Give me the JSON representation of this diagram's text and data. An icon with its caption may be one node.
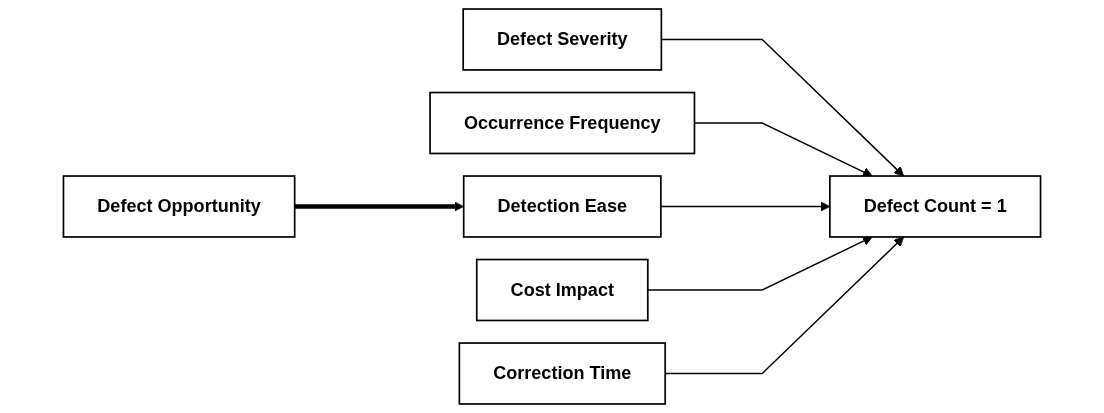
{
  "diagram": {
    "nodes": [
      {
        "text": [
          "Defect Opportunity"
        ]
      },
      {
        "text": [
          "Defect Severity"
        ]
      },
      {
        "text": [
          "Occurrence Frequency"
        ]
      },
      {
        "text": [
          "Detection Ease"
        ]
      },
      {
        "text": [
          "Cost Impact"
        ]
      },
      {
        "text": [
          "Correction Time"
        ]
      },
      {
        "text": [
          "Defect Count = 1"
        ]
      }
    ],
    "edges": [
      {
        "from": 0,
        "to": 3,
        "arrow": "to",
        "style": "thick"
      },
      {
        "from": 1,
        "to": 6,
        "arrow": "to"
      },
      {
        "from": 2,
        "to": 6,
        "arrow": "to"
      },
      {
        "from": 3,
        "to": 6,
        "arrow": "to"
      },
      {
        "from": 4,
        "to": 6,
        "arrow": "to"
      },
      {
        "from": 5,
        "to": 6,
        "arrow": "to"
      }
    ]
  }
}
